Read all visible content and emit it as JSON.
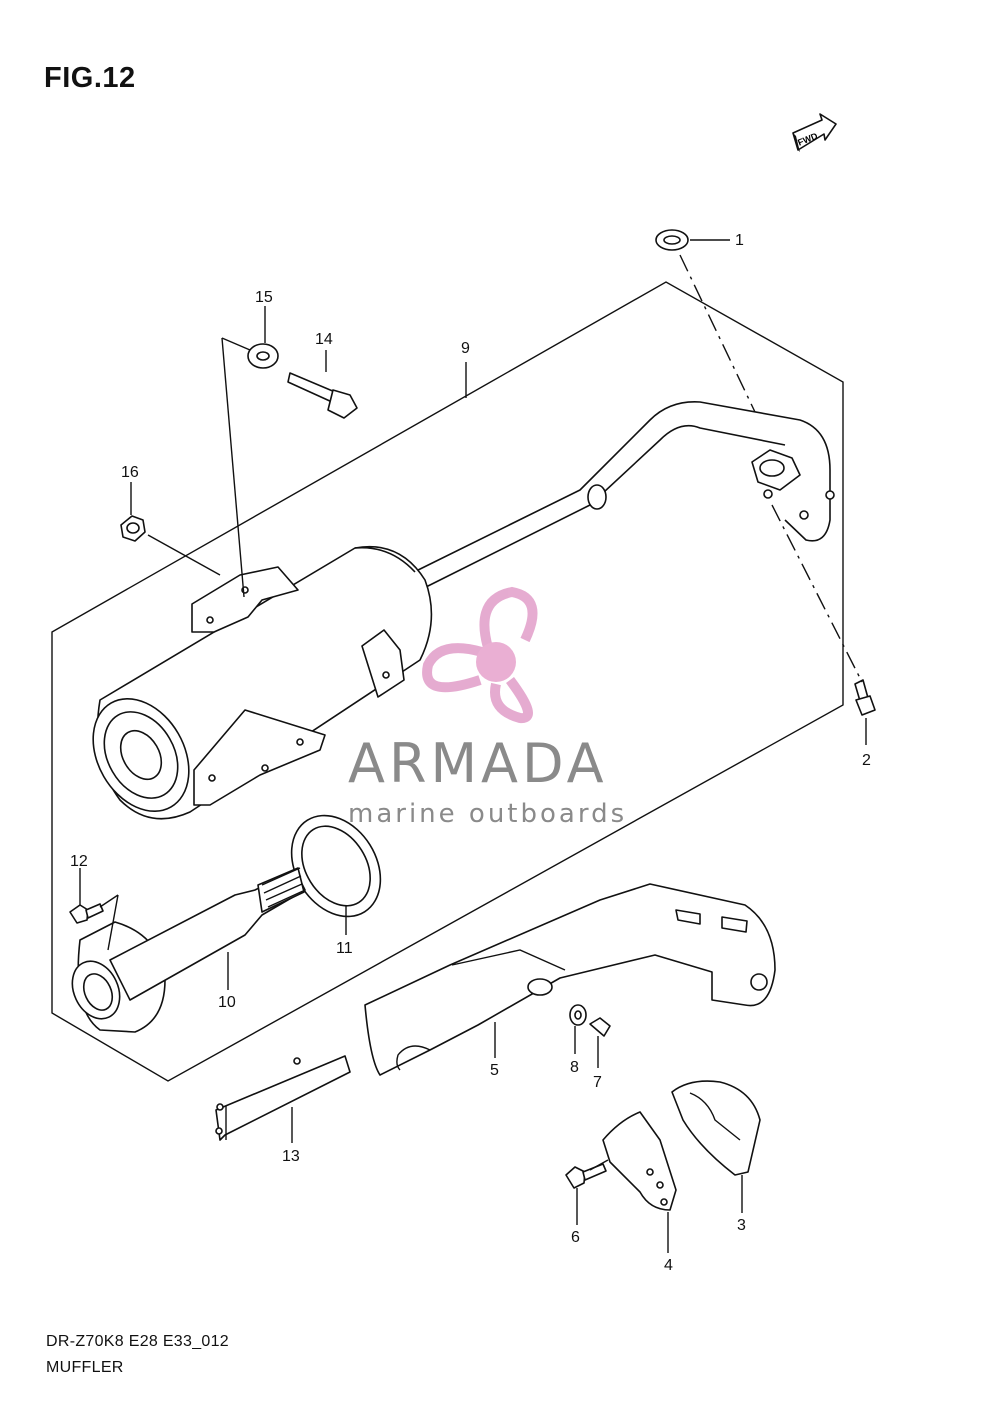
{
  "figure": {
    "title": "FIG.12",
    "model_code": "DR-Z70K8 E28 E33_012",
    "section_name": "MUFFLER",
    "fwd_label": "FWD"
  },
  "watermark": {
    "brand": "ARMADA",
    "tagline": "marine outboards",
    "logo_color": "#e3a3cc",
    "logo_center_color": "#e8a7cf"
  },
  "callouts": [
    {
      "id": "c1",
      "label": "1"
    },
    {
      "id": "c2",
      "label": "2"
    },
    {
      "id": "c3",
      "label": "3"
    },
    {
      "id": "c4",
      "label": "4"
    },
    {
      "id": "c5",
      "label": "5"
    },
    {
      "id": "c6",
      "label": "6"
    },
    {
      "id": "c7",
      "label": "7"
    },
    {
      "id": "c8",
      "label": "8"
    },
    {
      "id": "c9",
      "label": "9"
    },
    {
      "id": "c10",
      "label": "10"
    },
    {
      "id": "c11",
      "label": "11"
    },
    {
      "id": "c12",
      "label": "12"
    },
    {
      "id": "c13",
      "label": "13"
    },
    {
      "id": "c14",
      "label": "14"
    },
    {
      "id": "c15",
      "label": "15"
    },
    {
      "id": "c16",
      "label": "16"
    }
  ]
}
